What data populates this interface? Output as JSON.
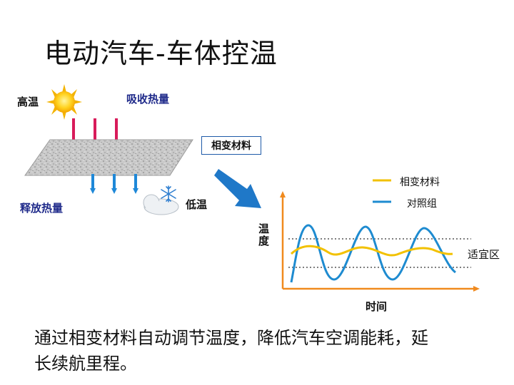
{
  "title": "电动汽车-车体控温",
  "diagram": {
    "high_temp": "高温",
    "absorb_heat": "吸收热量",
    "pcm_label": "相变材料",
    "release_heat": "释放热量",
    "low_temp": "低温",
    "icons": [
      "sun-icon",
      "snow-cloud-icon"
    ],
    "colors": {
      "heat_arrow": "#d81b5a",
      "cool_arrow": "#1e88d8",
      "big_arrow": "#1f78c8"
    }
  },
  "chart_data": {
    "type": "line",
    "ylabel": "温度",
    "xlabel": "时间",
    "band_label": "适宜区",
    "series": [
      {
        "name": "相变材料",
        "color": "#f2c100"
      },
      {
        "name": "对照组",
        "color": "#1e8bd0"
      }
    ],
    "axis_color": "#f08a1e",
    "grid": false
  },
  "caption": "通过相变材料自动调节温度，降低汽车空调能耗，延长续航里程。"
}
